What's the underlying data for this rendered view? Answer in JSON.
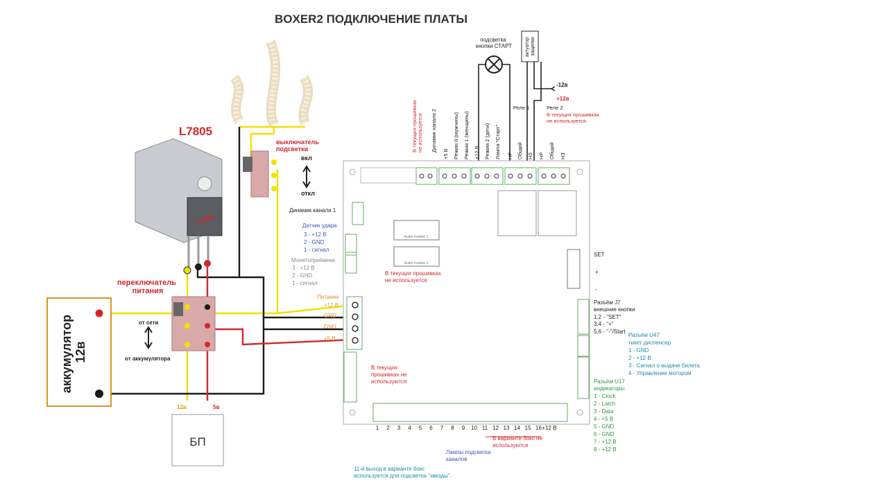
{
  "title": "BOXER2 ПОДКЛЮЧЕНИЕ ПЛАТЫ",
  "regulator": {
    "name": "L7805",
    "chip_text": "L7805"
  },
  "backlight_switch": {
    "title": "выключатель\nподсветки",
    "on": "вкл",
    "off": "откл"
  },
  "power_switch": {
    "title": "переключатель\nпитания",
    "mains": "от сети",
    "battery": "от аккумулятора"
  },
  "battery": {
    "label": "аккумулятор\n12в"
  },
  "psu": {
    "label": "БП",
    "wire_left": "12в",
    "wire_right": "5в"
  },
  "start_lamp": {
    "label": "подсветка\nкнопки СТАРТ"
  },
  "latch": {
    "label": "актуатор\nзащелки",
    "minus": "-12в",
    "plus": "+12в"
  },
  "relay1": {
    "label": "Реле 1"
  },
  "relay2": {
    "label": "Реле 2",
    "note": "В текущих прошивках\nне используется"
  },
  "top_labels": [
    "В текущих прошивках\nне используется",
    "Динамик канала 2",
    "+5 В",
    "Режим 0 (мужчины)",
    "Режим 1 (женщины)",
    "+12 В",
    "Режим 2 (дети)",
    "Лампа \"Старт\"",
    "НР",
    "Общий",
    "НЗ",
    "НР",
    "Общий",
    "НЗ"
  ],
  "speaker1": "Динамик канала 1",
  "shock_sensor": {
    "title": "Датчик удара",
    "lines": [
      "3 - +12 В",
      "2 - GND",
      "1 - сигнал"
    ]
  },
  "coin_acceptor": {
    "title": "Монетоприёмник",
    "lines": [
      "3 - +12 В",
      "2 - GND",
      "1 - сигнал"
    ]
  },
  "power_in": {
    "title": "Питание",
    "lines": [
      "+12 В",
      "GND",
      "GND",
      "+5 В"
    ]
  },
  "board_note_mid": "В текущих прошивках\nне используется",
  "board_note_left": "В текущих\nпрошивках не\nиспользуются",
  "audio1": "Audio module 1",
  "audio2": "Audio module 2",
  "buttons": [
    "SET",
    "+",
    "-"
  ],
  "j7": {
    "title": "Разъём J7\nвнешние кнопки",
    "lines": [
      "1,2 - \"SET\"",
      "3,4 - \"+\"",
      "5,6 - \"-\"/Start"
    ]
  },
  "u47": {
    "title": "Разъём U47\nтикет диспенсер",
    "lines": [
      "1 - GND",
      "2 - +12 В",
      "3 - Сигнал о выдаче билета",
      "4 - Управление мотором"
    ]
  },
  "u17": {
    "title": "Разъём U17\nиндикаторы",
    "lines": [
      "1 - Clock",
      "2 - Latch",
      "3 - Data",
      "4 - +5 В",
      "5 - GND",
      "6 - GND",
      "7 - +12 В",
      "8 - +12 В"
    ]
  },
  "bottom_numbers": [
    "1",
    "2",
    "3",
    "4",
    "5",
    "6",
    "7",
    "8",
    "9",
    "10",
    "11",
    "12",
    "13",
    "14",
    "15",
    "16",
    "+12 В"
  ],
  "note_box": "В варианте бокс не\nиспользуются",
  "note_lamps": "Лампы подсветки\nканалов",
  "note_star": "11-й выход в варианте бокс\nиспользуется для подсветки \"звезды\".",
  "colors": {
    "red": "#d0282c",
    "yellow": "#f2e000",
    "black": "#1a1a1a",
    "blue": "#3a5bb0",
    "green": "#2e9a3f",
    "teal": "#1f8aa6",
    "orange": "#e0912a",
    "gray": "#8a8a8a"
  }
}
